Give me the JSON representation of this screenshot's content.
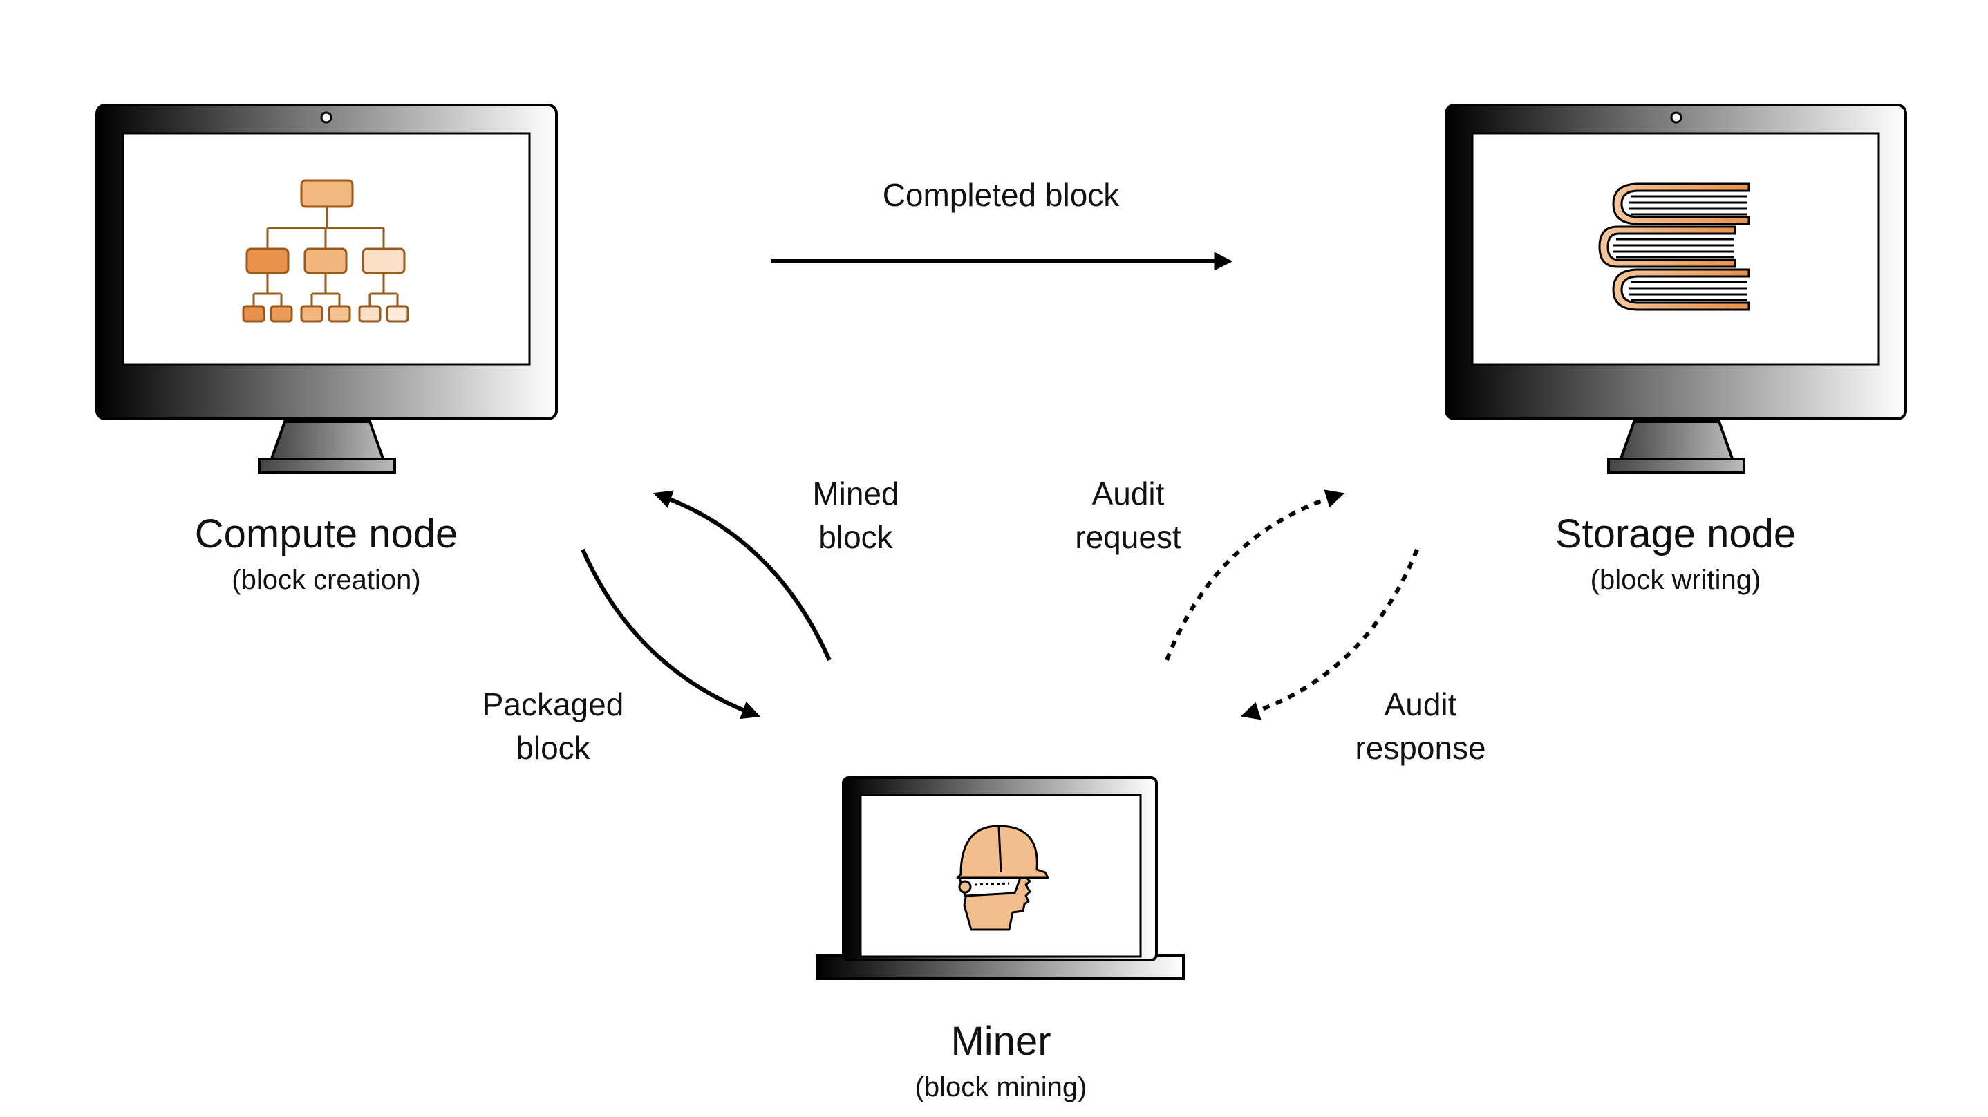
{
  "nodes": {
    "compute": {
      "title": "Compute node",
      "subtitle": "(block creation)",
      "icon": "org-chart-icon"
    },
    "storage": {
      "title": "Storage node",
      "subtitle": "(block writing)",
      "icon": "books-icon"
    },
    "miner": {
      "title": "Miner",
      "subtitle": "(block mining)",
      "icon": "miner-helmet-icon"
    }
  },
  "edges": {
    "completed_block": {
      "line1": "Completed block",
      "from": "compute",
      "to": "storage",
      "style": "solid"
    },
    "mined_block": {
      "line1": "Mined",
      "line2": "block",
      "from": "miner",
      "to": "compute",
      "style": "solid"
    },
    "packaged_block": {
      "line1": "Packaged",
      "line2": "block",
      "from": "compute",
      "to": "miner",
      "style": "solid"
    },
    "audit_request": {
      "line1": "Audit",
      "line2": "request",
      "from": "miner",
      "to": "storage",
      "style": "dotted"
    },
    "audit_response": {
      "line1": "Audit",
      "line2": "response",
      "from": "storage",
      "to": "miner",
      "style": "dotted"
    }
  },
  "colors": {
    "accent_dark": "#E8914A",
    "accent_mid": "#F3BE8E",
    "accent_light": "#FBE6D2",
    "device_dark": "#000000",
    "device_light": "#ffffff"
  }
}
